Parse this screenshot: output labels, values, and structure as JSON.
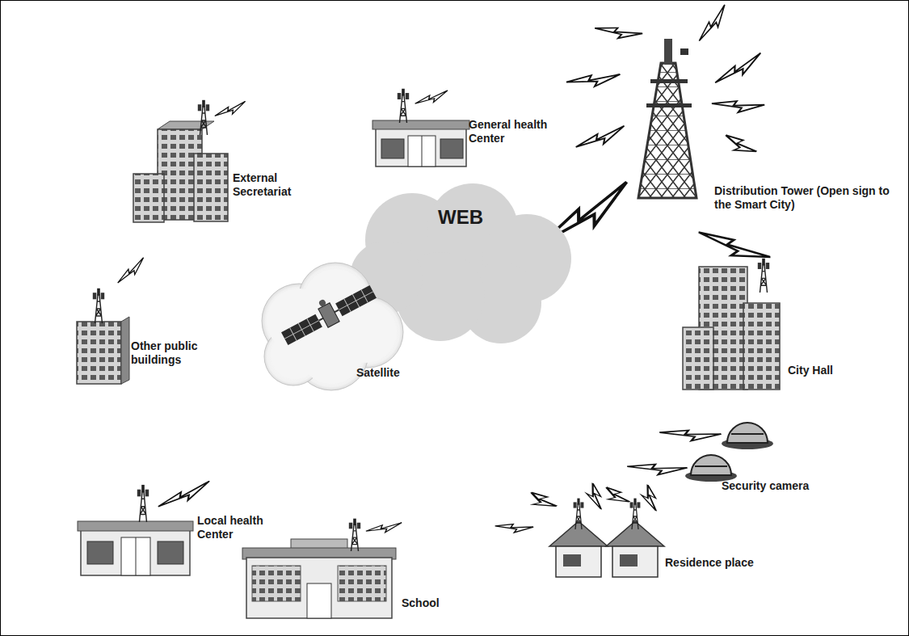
{
  "diagram": {
    "nodes": [
      {
        "text": [
          "WEB"
        ]
      },
      {
        "text": [
          "Satellite"
        ],
        "in": 0
      }
    ],
    "labels": [
      "External Secretariat",
      "General health Center",
      "Distribution Tower (Open sign to the Smart City)",
      "Other public buildings",
      "City Hall",
      "Local health Center",
      "Security camera",
      "School",
      "Residence place"
    ]
  }
}
